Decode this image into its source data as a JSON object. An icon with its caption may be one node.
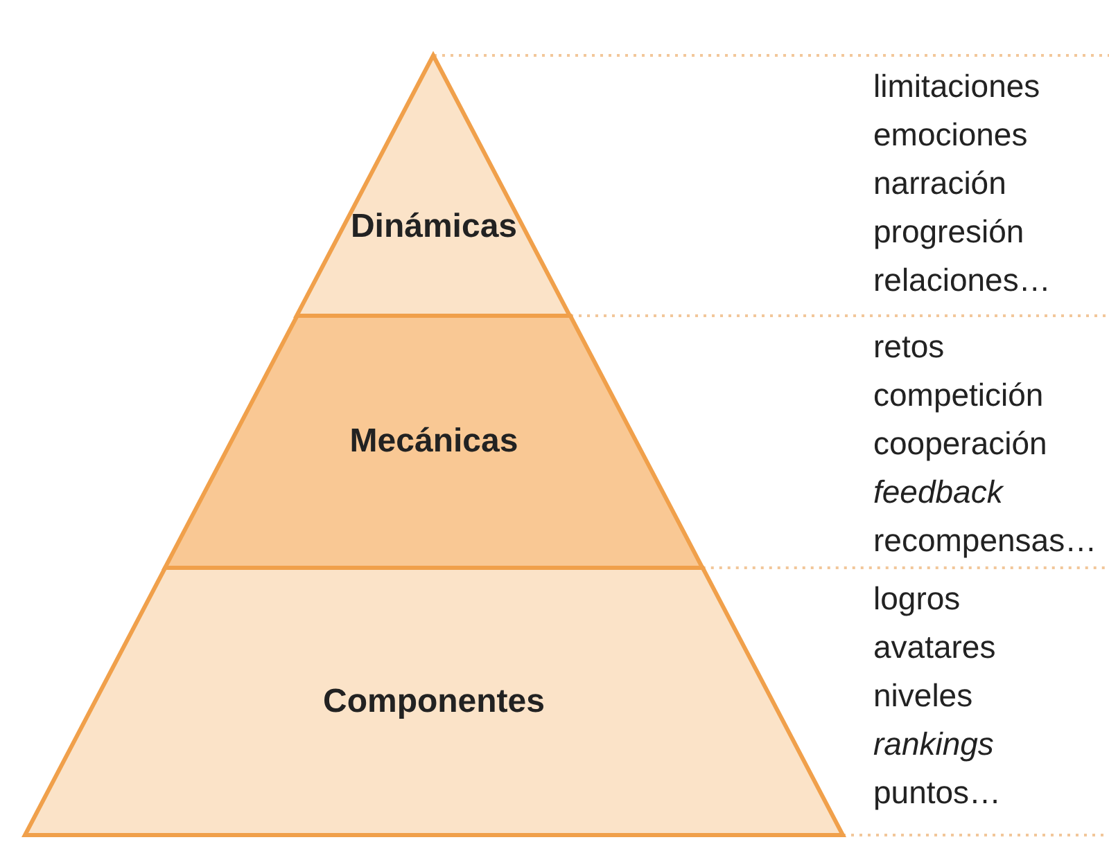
{
  "diagram": {
    "nodes": [
      {
        "text": [
          "Dinámicas"
        ],
        "beside": [
          "limitaciones",
          "emociones",
          "narración",
          "progresión",
          "relaciones…"
        ]
      },
      {
        "text": [
          "Mecánicas"
        ],
        "beside": [
          "retos",
          "competición",
          "cooperación",
          "*feedback*",
          "recompensas…"
        ]
      },
      {
        "text": [
          "Componentes"
        ],
        "beside": [
          "logros",
          "avatares",
          "niveles",
          "*rankings*",
          "puntos…"
        ]
      }
    ]
  }
}
